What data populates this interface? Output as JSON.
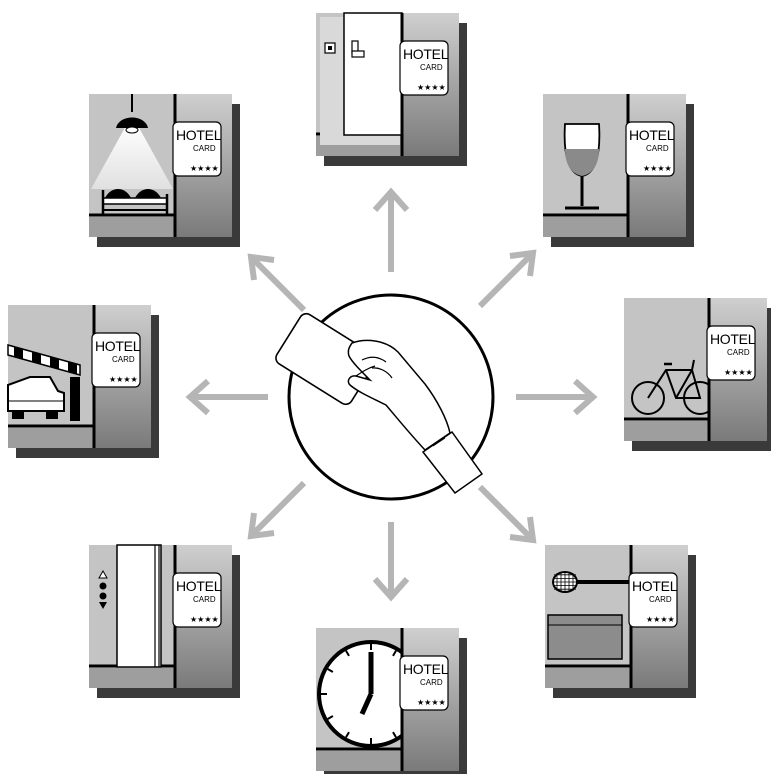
{
  "card": {
    "title": "HOTEL",
    "subtitle": "CARD",
    "stars": "★★★★"
  },
  "tiles": [
    {
      "name": "door-tile",
      "icon": "door-icon"
    },
    {
      "name": "wine-tile",
      "icon": "wine-glass-icon"
    },
    {
      "name": "bicycle-tile",
      "icon": "bicycle-icon"
    },
    {
      "name": "tennis-tile",
      "icon": "tennis-racket-icon"
    },
    {
      "name": "clock-tile",
      "icon": "clock-icon"
    },
    {
      "name": "elevator-tile",
      "icon": "elevator-icon"
    },
    {
      "name": "parking-tile",
      "icon": "car-barrier-icon"
    },
    {
      "name": "room-tile",
      "icon": "lamp-bed-icon"
    }
  ],
  "center": {
    "icon": "hand-holding-card-icon"
  }
}
